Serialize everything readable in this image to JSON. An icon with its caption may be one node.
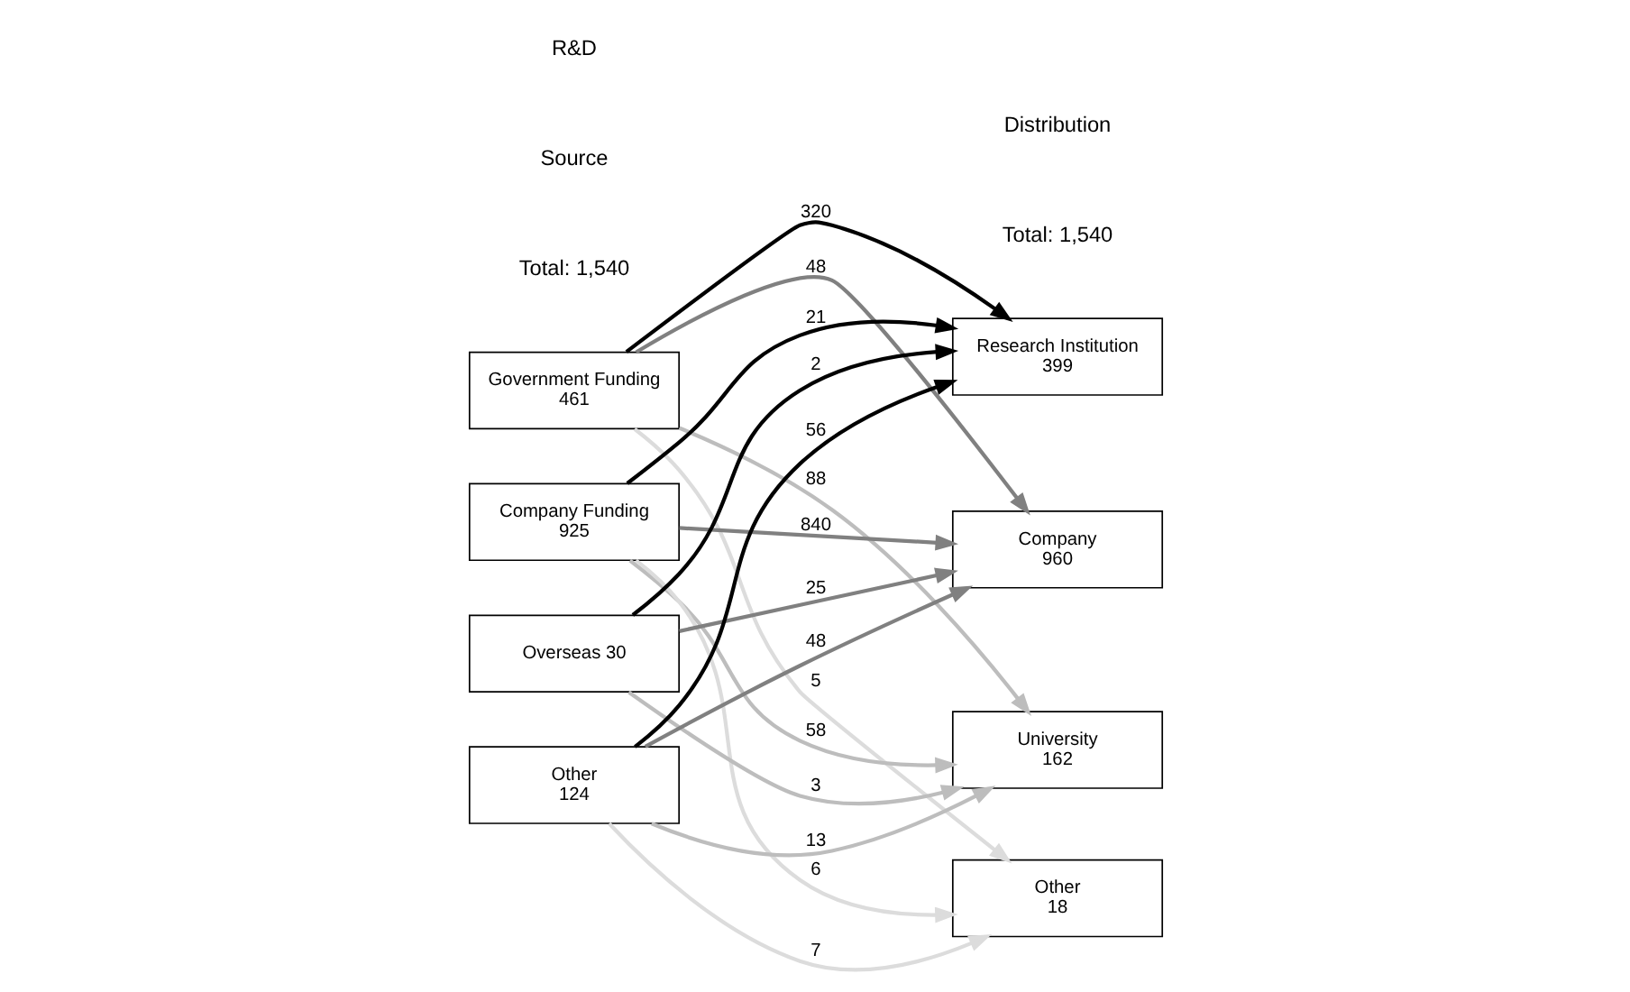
{
  "diagram": {
    "nodes": [
      {
        "text": [
          "Government Funding",
          "461"
        ]
      },
      {
        "text": [
          "Company Funding",
          "925"
        ]
      },
      {
        "text": [
          "Overseas 30"
        ]
      },
      {
        "text": [
          "Other",
          "124"
        ]
      },
      {
        "text": [
          "Research Institution",
          "399"
        ]
      },
      {
        "text": [
          "Company",
          "960"
        ]
      },
      {
        "text": [
          "University",
          "162"
        ]
      },
      {
        "text": [
          "Other",
          "18"
        ]
      }
    ],
    "edges": [
      {
        "from": 0,
        "to": 4,
        "arrow": "to",
        "label": "320",
        "color": "#000000"
      },
      {
        "from": 0,
        "to": 5,
        "arrow": "to",
        "label": "48",
        "color": "#808080"
      },
      {
        "from": 0,
        "to": 6,
        "arrow": "to",
        "label": "88",
        "color": "#bdbdbd"
      },
      {
        "from": 0,
        "to": 7,
        "arrow": "to",
        "label": "5",
        "color": "#dcdcdc"
      },
      {
        "from": 1,
        "to": 4,
        "arrow": "to",
        "label": "21",
        "color": "#000000"
      },
      {
        "from": 1,
        "to": 5,
        "arrow": "to",
        "label": "840",
        "color": "#808080"
      },
      {
        "from": 1,
        "to": 6,
        "arrow": "to",
        "label": "58",
        "color": "#bdbdbd"
      },
      {
        "from": 1,
        "to": 7,
        "arrow": "to",
        "label": "6",
        "color": "#dcdcdc"
      },
      {
        "from": 2,
        "to": 4,
        "arrow": "to",
        "label": "2",
        "color": "#000000"
      },
      {
        "from": 2,
        "to": 5,
        "arrow": "to",
        "label": "25",
        "color": "#808080"
      },
      {
        "from": 2,
        "to": 6,
        "arrow": "to",
        "label": "3",
        "color": "#bdbdbd"
      },
      {
        "from": 3,
        "to": 4,
        "arrow": "to",
        "label": "56",
        "color": "#000000"
      },
      {
        "from": 3,
        "to": 5,
        "arrow": "to",
        "label": "48",
        "color": "#808080"
      },
      {
        "from": 3,
        "to": 6,
        "arrow": "to",
        "label": "13",
        "color": "#bdbdbd"
      },
      {
        "from": 3,
        "to": 7,
        "arrow": "to",
        "label": "7",
        "color": "#dcdcdc"
      }
    ],
    "labels": [
      "R&D",
      "Source",
      "Total: 1,540",
      "Distribution",
      "Total: 1,540"
    ]
  }
}
